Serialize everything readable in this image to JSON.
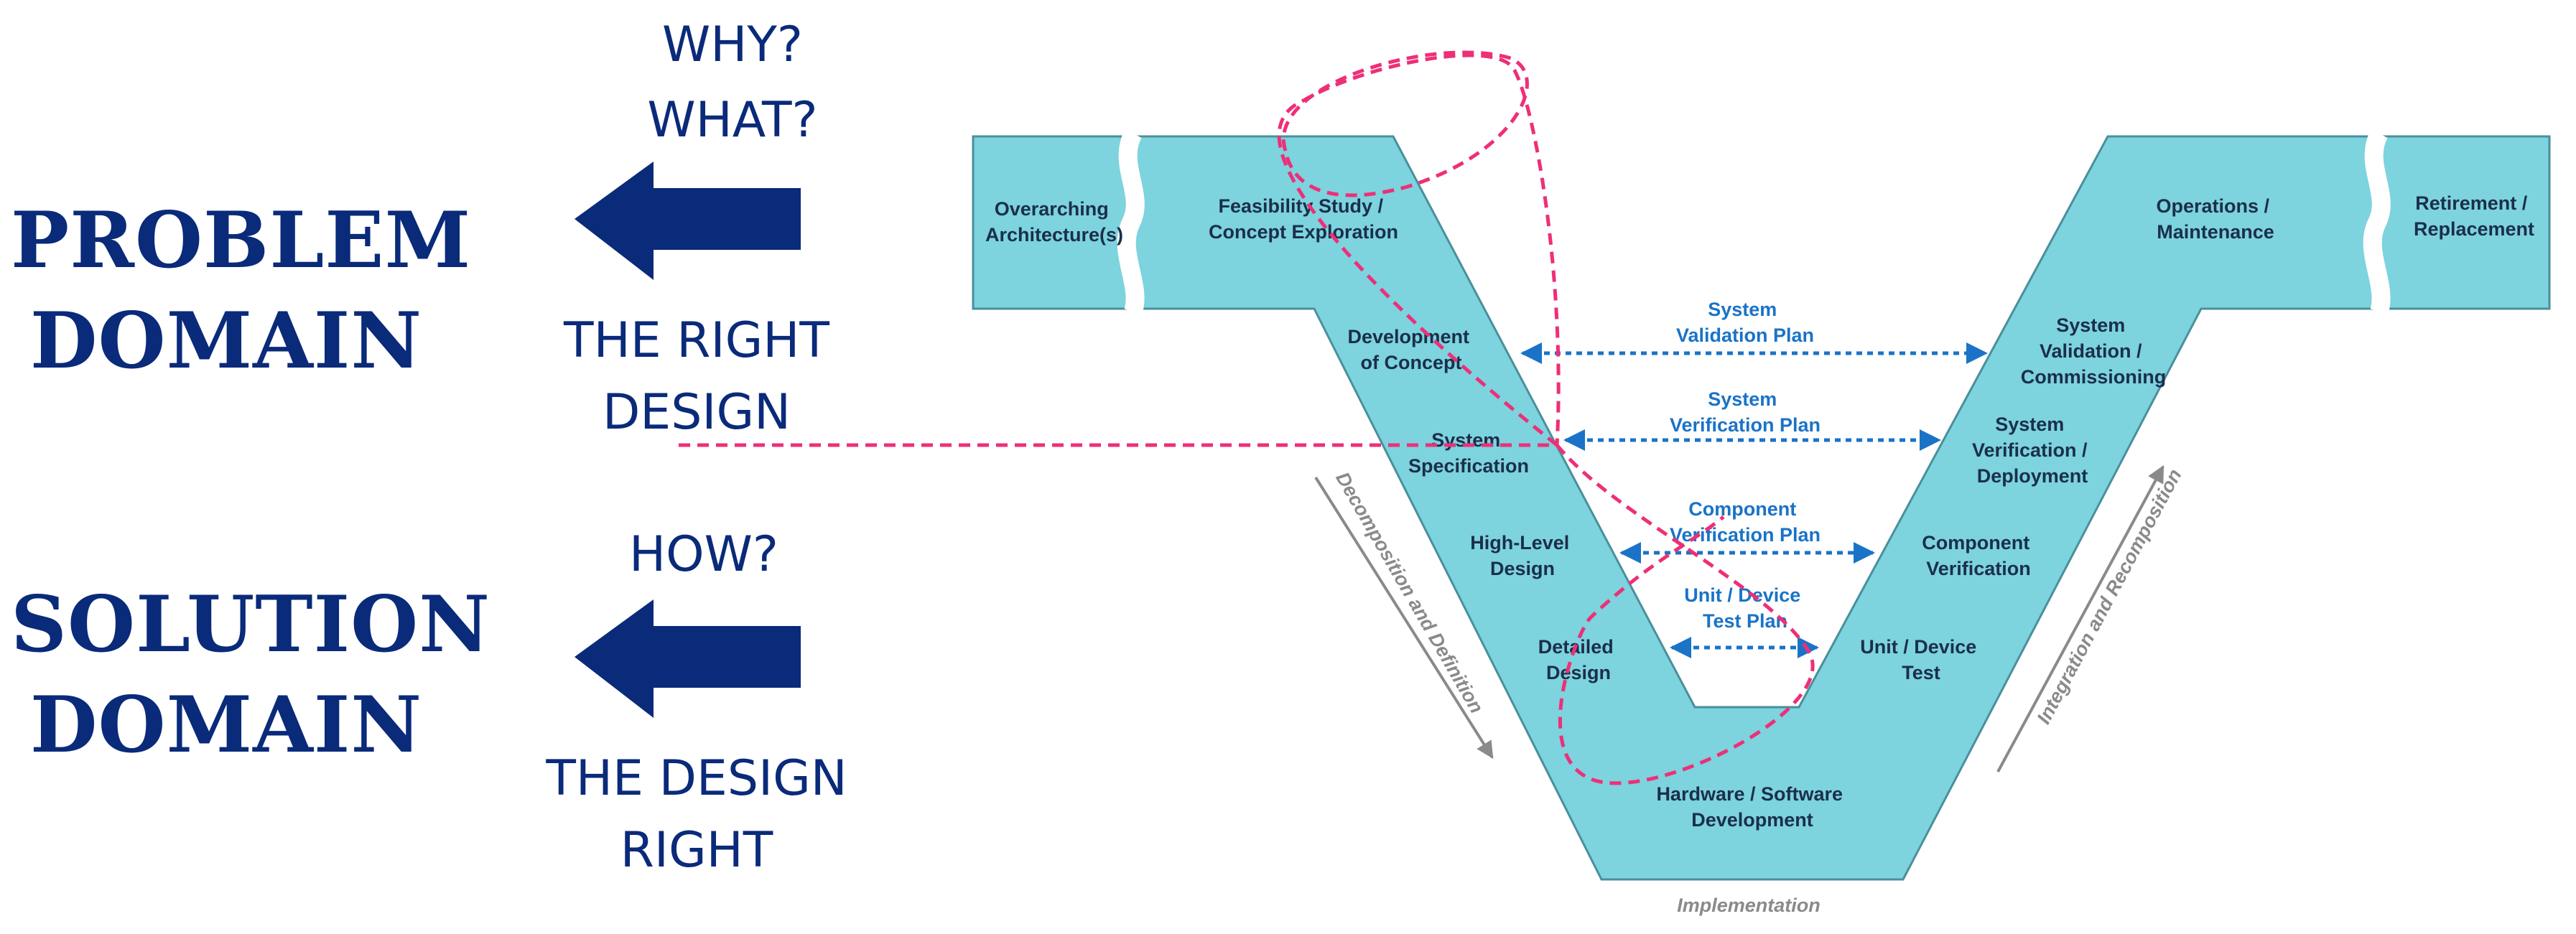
{
  "problem_domain": {
    "title_lines": [
      "PROBLEM",
      "DOMAIN"
    ],
    "questions": [
      "WHY?",
      "WHAT?"
    ],
    "subtitle_lines": [
      "THE RIGHT",
      "DESIGN"
    ]
  },
  "solution_domain": {
    "title_lines": [
      "SOLUTION",
      "DOMAIN"
    ],
    "questions": [
      "HOW?"
    ],
    "subtitle_lines": [
      "THE DESIGN",
      "RIGHT"
    ]
  },
  "vmodel": {
    "left_top": [
      {
        "id": "overarching",
        "lines": [
          "Overarching",
          "Architecture(s)"
        ]
      },
      {
        "id": "feasibility",
        "lines": [
          "Feasibility Study /",
          "Concept Exploration"
        ]
      }
    ],
    "left_arm": [
      {
        "id": "dev-concept",
        "lines": [
          "Development",
          "of Concept"
        ]
      },
      {
        "id": "sys-spec",
        "lines": [
          "System",
          "Specification"
        ]
      },
      {
        "id": "high-level",
        "lines": [
          "High-Level",
          "Design"
        ]
      },
      {
        "id": "detailed",
        "lines": [
          "Detailed",
          "Design"
        ]
      }
    ],
    "bottom": {
      "id": "hw-sw",
      "lines": [
        "Hardware / Software",
        "Development"
      ]
    },
    "right_arm": [
      {
        "id": "unit-test",
        "lines": [
          "Unit / Device",
          "Test"
        ]
      },
      {
        "id": "comp-verif",
        "lines": [
          "Component",
          "Verification"
        ]
      },
      {
        "id": "sys-verif",
        "lines": [
          "System",
          "Verification /",
          "Deployment"
        ]
      },
      {
        "id": "sys-valid",
        "lines": [
          "System",
          "Validation /",
          "Commissioning"
        ]
      }
    ],
    "right_top": [
      {
        "id": "operations",
        "lines": [
          "Operations /",
          "Maintenance"
        ]
      },
      {
        "id": "retirement",
        "lines": [
          "Retirement /",
          "Replacement"
        ]
      }
    ],
    "plans": [
      {
        "id": "validation-plan",
        "lines": [
          "System",
          "Validation Plan"
        ]
      },
      {
        "id": "verification-plan",
        "lines": [
          "System",
          "Verification Plan"
        ]
      },
      {
        "id": "component-plan",
        "lines": [
          "Component",
          "Verification Plan"
        ]
      },
      {
        "id": "unit-plan",
        "lines": [
          "Unit / Device",
          "Test Plan"
        ]
      }
    ],
    "side_labels": {
      "left": "Decomposition and Definition",
      "right": "Integration and Recomposition",
      "bottom": "Implementation"
    }
  },
  "colors": {
    "title": "#0a2a7a",
    "arrow": "#0a2a7a",
    "band_fill": "#7dd3de",
    "band_stroke": "#4a8f9c",
    "box_text": "#1a2f4a",
    "plan_text": "#1a73c7",
    "plan_arrow": "#1a73c7",
    "dashed_pink": "#ee2f78",
    "side_label": "#8a8a8a"
  }
}
